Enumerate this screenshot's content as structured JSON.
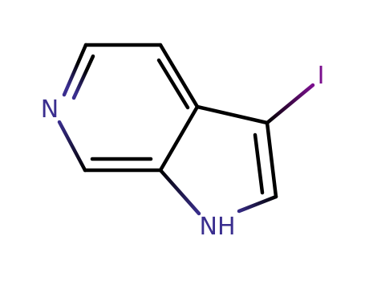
{
  "molecule": {
    "atoms": {
      "n_pyridine": "N",
      "n_pyrrole": "NH",
      "iodine": "I"
    },
    "colors": {
      "bond": "#000000",
      "nitrogen": "#3a2e8f",
      "iodine": "#7b0f8e"
    }
  }
}
